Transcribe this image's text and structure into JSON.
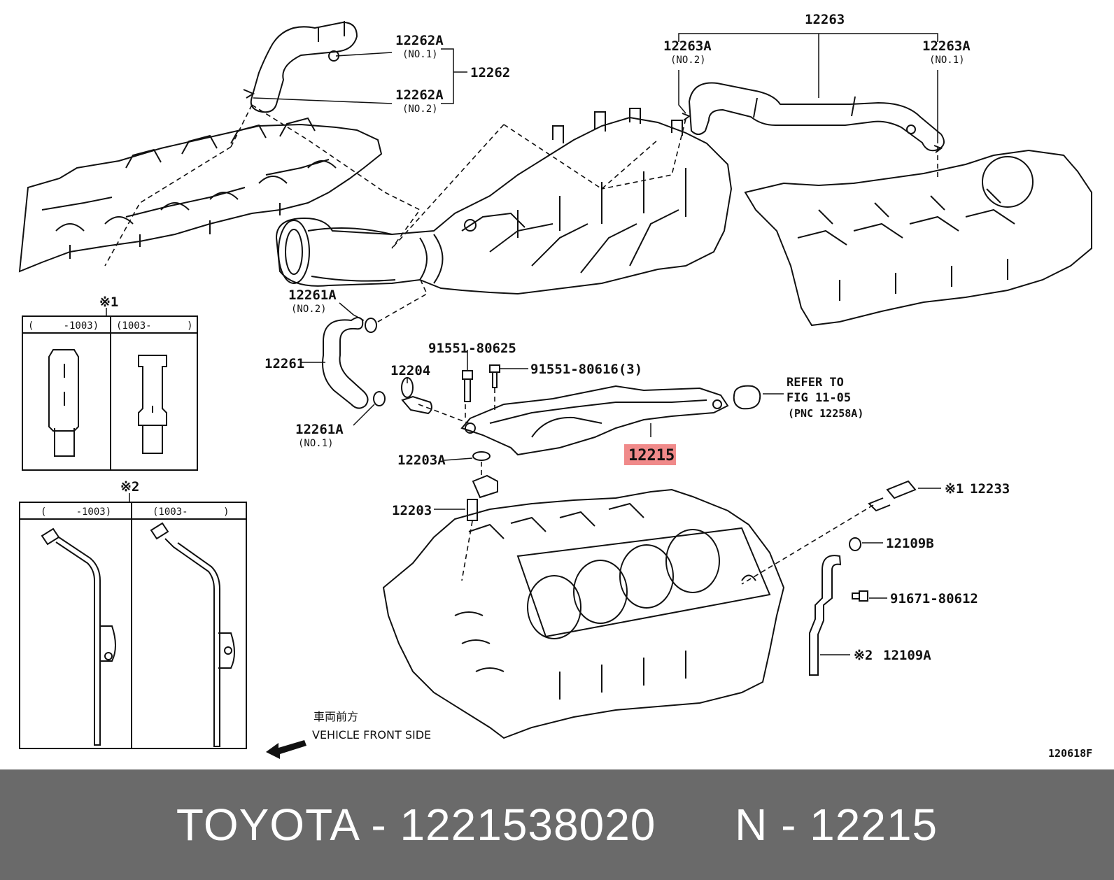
{
  "labels": {
    "p12262A_1": "12262A",
    "p12262A_1_sub": "(NO.1)",
    "p12262": "12262",
    "p12262A_2": "12262A",
    "p12262A_2_sub": "(NO.2)",
    "p12263": "12263",
    "p12263A_2": "12263A",
    "p12263A_2_sub": "(NO.2)",
    "p12263A_1": "12263A",
    "p12263A_1_sub": "(NO.1)",
    "p12261A_2": "12261A",
    "p12261A_2_sub": "(NO.2)",
    "p12261": "12261",
    "p12261A_1": "12261A",
    "p12261A_1_sub": "(NO.1)",
    "p91551_80625": "91551-80625",
    "p91551_80616": "91551-80616(3)",
    "p12204": "12204",
    "p12203A": "12203A",
    "p12203": "12203",
    "p12215": "12215",
    "refer_1": "REFER TO",
    "refer_2": "FIG 11-05",
    "refer_3": "(PNC 12258A)",
    "p12233": "12233",
    "p12233_mark": "※1",
    "p12109B": "12109B",
    "p91671_80612": "91671-80612",
    "p12109A": "12109A",
    "p12109A_mark": "※2",
    "figure_id": "120618F"
  },
  "inset1": {
    "mark": "※1",
    "col_left": "(     -1003)",
    "col_right": "(1003-      )"
  },
  "inset2": {
    "mark": "※2",
    "col_left": "(     -1003)",
    "col_right": "(1003-      )"
  },
  "front": {
    "jp": "車両前方",
    "en": "VEHICLE FRONT SIDE"
  },
  "footer": {
    "text": "TOYOTA - 1221538020      N - 12215"
  },
  "highlight_color": "#f08a8a",
  "footer_color": "#6a6a6a"
}
